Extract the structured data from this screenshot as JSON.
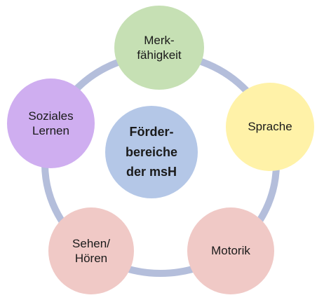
{
  "diagram": {
    "center": "Förder-\nbereiche\nder msH",
    "nodes": {
      "merkfaehigkeit": "Merk-\nfähigkeit",
      "sprache": "Sprache",
      "motorik": "Motorik",
      "sehen_hoeren": "Sehen/\nHören",
      "soziales_lernen": "Soziales\nLernen"
    },
    "colors": {
      "ring": "#b4bedb",
      "center": "#b4c7e7",
      "merkfaehigkeit": "#c6e0b4",
      "sprache": "#fff2a8",
      "motorik": "#f0c9c6",
      "sehen_hoeren": "#f0c9c6",
      "soziales_lernen": "#cfaef0"
    }
  }
}
